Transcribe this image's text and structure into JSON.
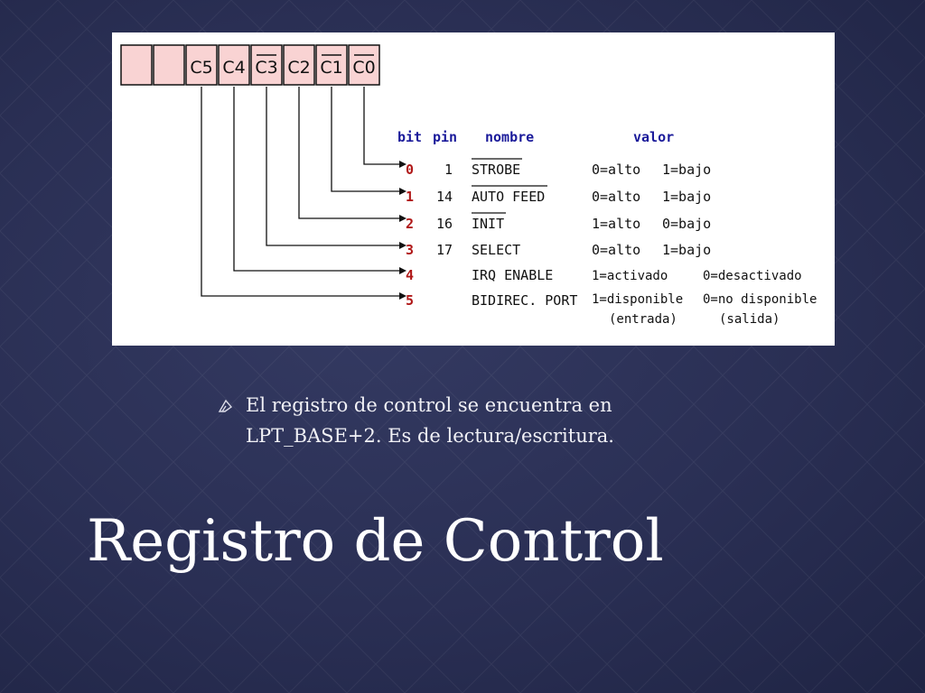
{
  "slide": {
    "title": "Registro de Control",
    "bullet": "El registro de control se encuentra en LPT_BASE+2. Es de lectura/escritura."
  },
  "diagram": {
    "cells": [
      "",
      "",
      "C5",
      "C4",
      "C3",
      "C2",
      "C1",
      "C0"
    ],
    "overlined_cells": [
      "C3",
      "C1",
      "C0"
    ],
    "headers": {
      "bit": "bit",
      "pin": "pin",
      "nombre": "nombre",
      "valor": "valor"
    },
    "rows": [
      {
        "bit": "0",
        "pin": "1",
        "nombre": "STROBE",
        "valor_a": "0=alto",
        "valor_b": "1=bajo"
      },
      {
        "bit": "1",
        "pin": "14",
        "nombre": "AUTO FEED",
        "valor_a": "0=alto",
        "valor_b": "1=bajo"
      },
      {
        "bit": "2",
        "pin": "16",
        "nombre": "INIT",
        "valor_a": "1=alto",
        "valor_b": "0=bajo"
      },
      {
        "bit": "3",
        "pin": "17",
        "nombre": "SELECT",
        "valor_a": "0=alto",
        "valor_b": "1=bajo"
      },
      {
        "bit": "4",
        "pin": "",
        "nombre": "IRQ ENABLE",
        "valor_a": "1=activado",
        "valor_b": "0=desactivado"
      },
      {
        "bit": "5",
        "pin": "",
        "nombre": "BIDIREC. PORT",
        "valor_a": "1=disponible",
        "valor_b": "0=no disponible"
      }
    ],
    "notes": {
      "valor_a": "(entrada)",
      "valor_b": "(salida)"
    },
    "colors": {
      "cell_fill": "#f9d3d3",
      "header_text": "#1a1a9a",
      "bit_text": "#b01818",
      "line": "#111111"
    }
  }
}
